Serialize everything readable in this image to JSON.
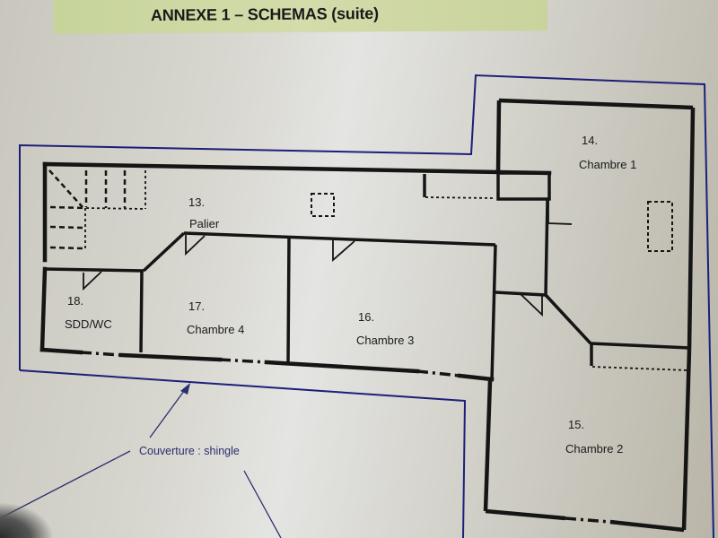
{
  "header": {
    "title": "ANNEXE 1 – SCHEMAS (suite)",
    "band_color": "#cfd9a3"
  },
  "rooms": [
    {
      "number": "13.",
      "name": "Palier"
    },
    {
      "number": "14.",
      "name": "Chambre 1"
    },
    {
      "number": "15.",
      "name": "Chambre 2"
    },
    {
      "number": "16.",
      "name": "Chambre 3"
    },
    {
      "number": "17.",
      "name": "Chambre 4"
    },
    {
      "number": "18.",
      "name": "SDD/WC"
    }
  ],
  "annotation": {
    "label": "Couverture : shingle",
    "color": "#2a2f6e"
  },
  "colors": {
    "wall": "#151515",
    "roof_outline": "#1c1f7a"
  }
}
